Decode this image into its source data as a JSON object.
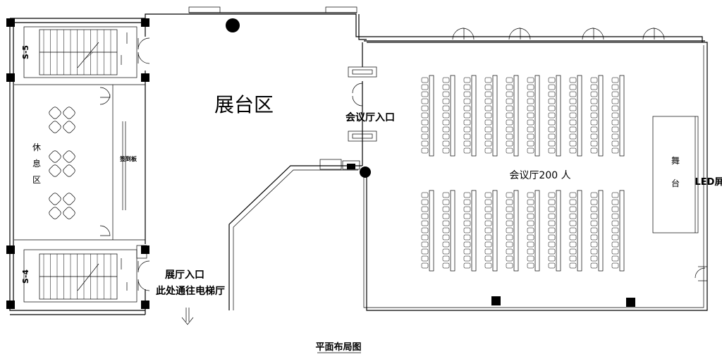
{
  "labels": {
    "exhibition_area": "展台区",
    "rest_area": "休息区",
    "meeting_entrance": "会议厅入口",
    "meeting_hall": "会议厅200 人",
    "stage": "舞台",
    "led_screen": "LED屏",
    "hall_entrance": "展厅入口",
    "elevator_note": "此处通往电梯厅",
    "sign_board": "签到板",
    "stair_top": "S-5",
    "stair_bottom": "S-4",
    "plan_title": "平面布局图"
  },
  "seating": {
    "columns": 10,
    "rows_per_block": 11,
    "blocks": 2
  },
  "rest_area_tables": 4
}
